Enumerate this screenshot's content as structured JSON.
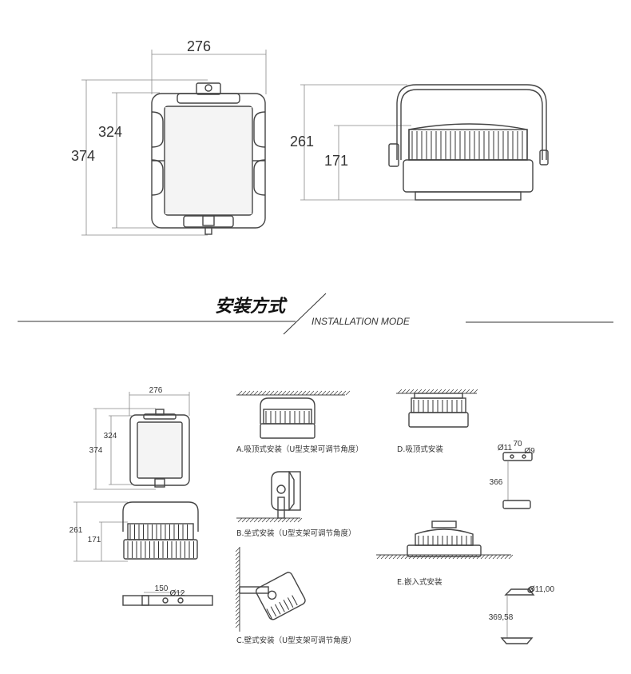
{
  "top": {
    "front_width": "276",
    "front_inner_height": "324",
    "front_height": "374",
    "side_height": "261",
    "side_body_height": "171"
  },
  "section": {
    "title_cn": "安装方式",
    "title_en": "INSTALLATION MODE"
  },
  "small": {
    "width": "276",
    "inner_height": "324",
    "height": "374",
    "side_height": "261",
    "side_body": "171",
    "bracket_spacing": "150",
    "bracket_hole": "Ø12"
  },
  "modes": {
    "a": "A.吸顶式安装（U型支架可调节角度）",
    "b": "B.坐式安装（U型支架可调节角度）",
    "c": "C.壁式安装（U型支架可调节角度）",
    "d": "D.吸顶式安装",
    "e": "E.嵌入式安装"
  },
  "d_detail": {
    "hole_left": "Ø11",
    "width": "70",
    "hole_right": "Ø9",
    "height": "366"
  },
  "e_detail": {
    "hole": "Ø11,00",
    "height": "369,58"
  }
}
